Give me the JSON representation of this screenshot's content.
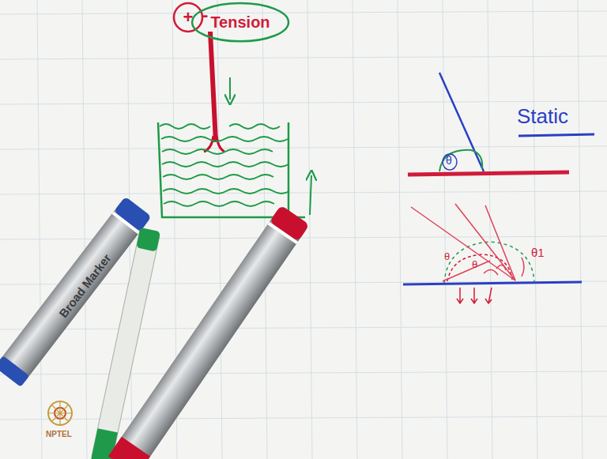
{
  "diagram": {
    "nodes": [
      {
        "text": [
          "+"
        ]
      },
      {
        "text": [
          "Tension"
        ]
      }
    ],
    "labels": [
      "-",
      "Static",
      "θ",
      "θ",
      "θ",
      "θ1",
      "Broad Marker",
      "NPTEL"
    ]
  }
}
